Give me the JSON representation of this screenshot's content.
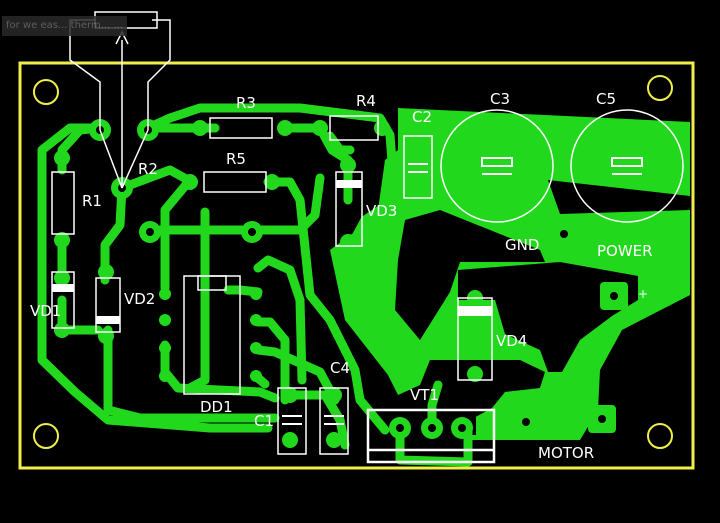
{
  "caption": "for we eas... therm... ...",
  "labels": {
    "r1": "R1",
    "r2": "R2",
    "r3": "R3",
    "r4": "R4",
    "r5": "R5",
    "c1": "C1",
    "c2": "C2",
    "c3": "C3",
    "c4": "C4",
    "c5": "C5",
    "vd1": "VD1",
    "vd2": "VD2",
    "vd3": "VD3",
    "vd4": "VD4",
    "dd1": "DD1",
    "vt1": "VT1",
    "gnd": "GND",
    "power": "POWER",
    "motor": "MOTOR",
    "plus": "+"
  },
  "colors": {
    "board": "#000000",
    "copper": "#22d81d",
    "outline": "#f0ef4a",
    "silkscreen": "#ffffff"
  }
}
